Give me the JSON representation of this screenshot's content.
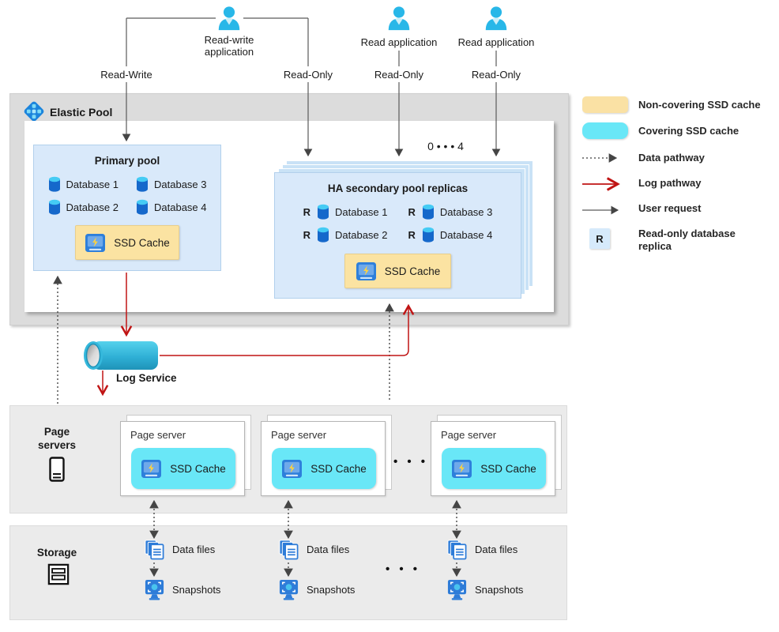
{
  "top": {
    "readwrite_app": "Read-write application",
    "read_app": "Read application",
    "read_write_label": "Read-Write",
    "read_only_label": "Read-Only"
  },
  "elastic_pool": {
    "title": "Elastic Pool",
    "primary_pool": {
      "title": "Primary pool",
      "databases": [
        "Database 1",
        "Database 2",
        "Database 3",
        "Database 4"
      ],
      "ssd_cache_label": "SSD Cache"
    },
    "ha_pool": {
      "title": "HA secondary pool replicas",
      "replica_badge": "R",
      "databases": [
        "Database 1",
        "Database 2",
        "Database 3",
        "Database 4"
      ],
      "ssd_cache_label": "SSD Cache",
      "replica_range": "0 • • • 4"
    }
  },
  "log_service": {
    "label": "Log Service"
  },
  "page_servers": {
    "section_label": "Page servers",
    "card_title": "Page server",
    "ssd_cache_label": "SSD Cache",
    "ellipsis": "• • •"
  },
  "storage": {
    "section_label": "Storage",
    "data_files_label": "Data files",
    "snapshots_label": "Snapshots",
    "ellipsis": "• • •"
  },
  "legend": {
    "items": [
      {
        "label": "Non-covering SSD cache"
      },
      {
        "label": "Covering SSD cache"
      },
      {
        "label": "Data pathway"
      },
      {
        "label": "Log pathway"
      },
      {
        "label": "User request"
      },
      {
        "label": "Read-only database replica",
        "badge": "R"
      }
    ]
  },
  "colors": {
    "non_covering_cache": "#FAE1A4",
    "covering_cache": "#69E7F7",
    "pool_fill": "#D9E9FA",
    "log_pathway_red": "#C01414",
    "user_request_gray": "#5A5A5A",
    "replica_badge_fill": "#D6EAFB",
    "band_gray": "#EBEBEB",
    "azure_blue": "#2E7FDB",
    "cyan_user": "#28B7E8"
  }
}
